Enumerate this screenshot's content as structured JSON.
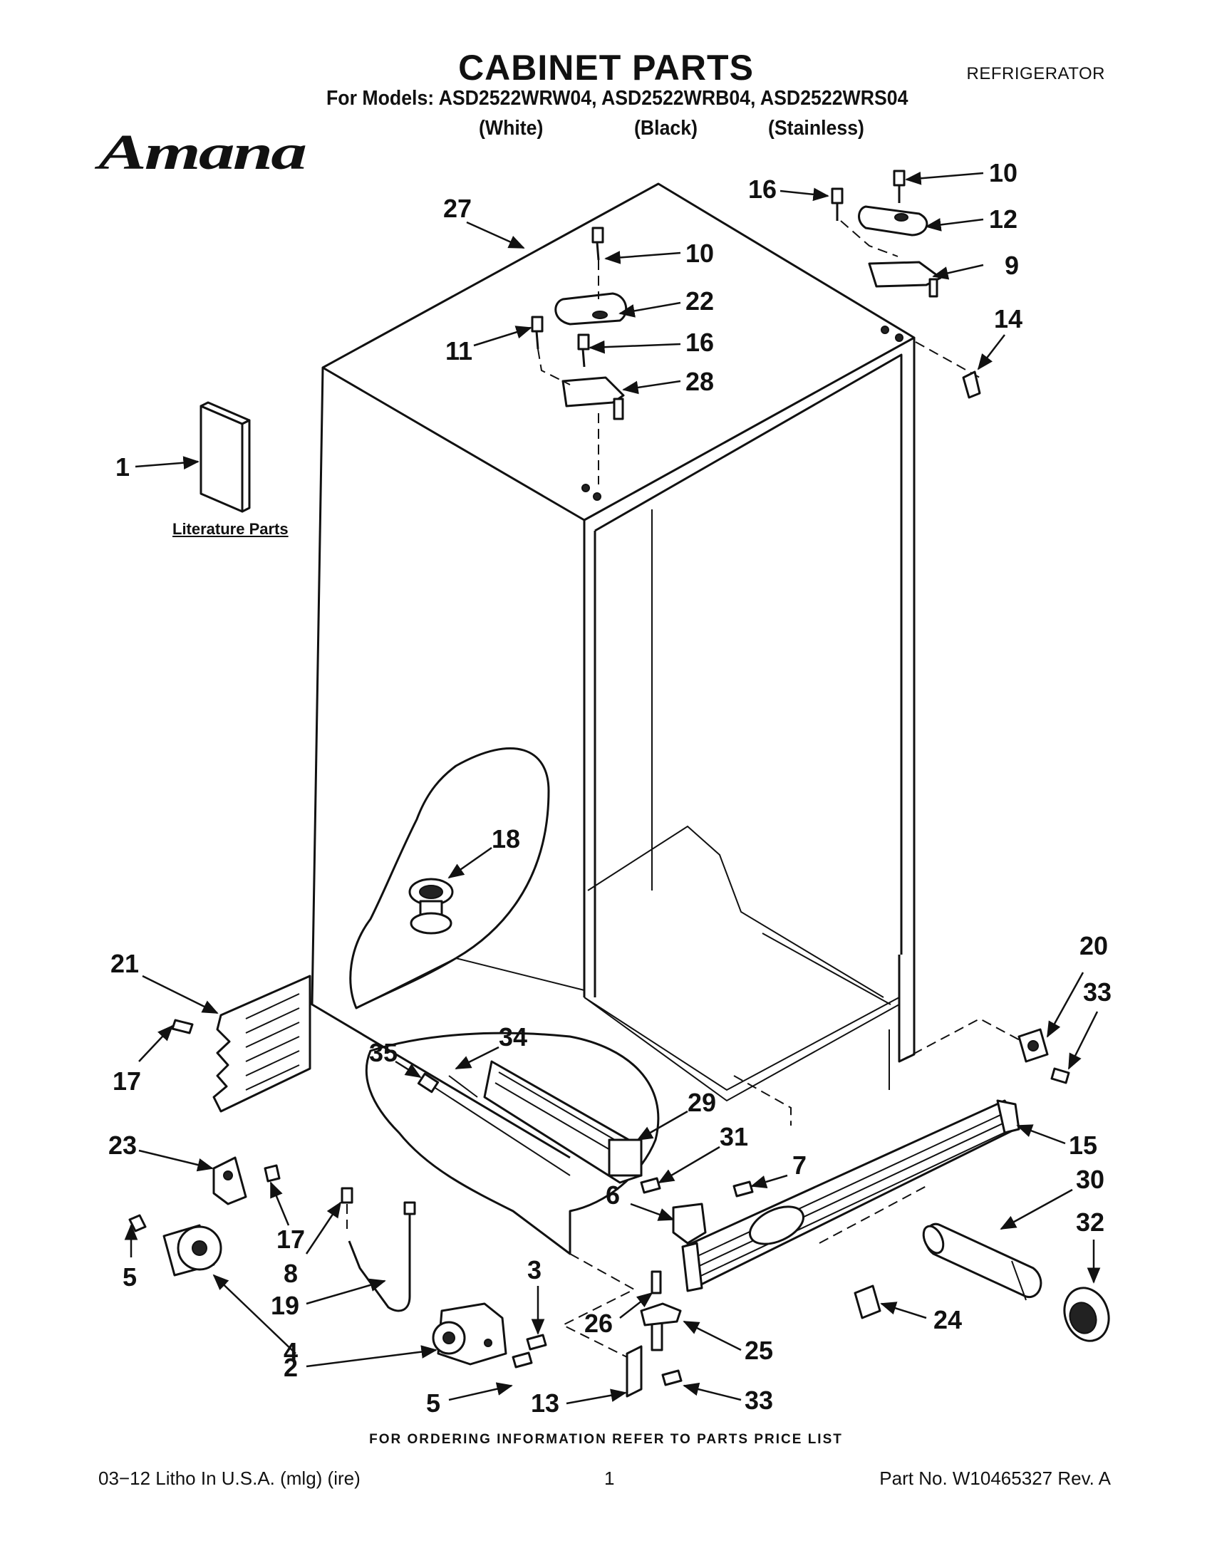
{
  "header": {
    "title": "CABINET PARTS",
    "category": "REFRIGERATOR",
    "models_line": "For Models: ASD2522WRW04, ASD2522WRB04, ASD2522WRS04",
    "finishes": [
      "(White)",
      "(Black)",
      "(Stainless)"
    ],
    "brand": "Amana"
  },
  "diagram": {
    "literature_label": "Literature Parts",
    "callouts": [
      {
        "id": "c27",
        "label": "27"
      },
      {
        "id": "c10a",
        "label": "10"
      },
      {
        "id": "c22",
        "label": "22"
      },
      {
        "id": "c11",
        "label": "11"
      },
      {
        "id": "c16a",
        "label": "16"
      },
      {
        "id": "c28",
        "label": "28"
      },
      {
        "id": "c16b",
        "label": "16"
      },
      {
        "id": "c10b",
        "label": "10"
      },
      {
        "id": "c12",
        "label": "12"
      },
      {
        "id": "c9",
        "label": "9"
      },
      {
        "id": "c14",
        "label": "14"
      },
      {
        "id": "c1",
        "label": "1"
      },
      {
        "id": "c18",
        "label": "18"
      },
      {
        "id": "c21",
        "label": "21"
      },
      {
        "id": "c17a",
        "label": "17"
      },
      {
        "id": "c34",
        "label": "34"
      },
      {
        "id": "c35",
        "label": "35"
      },
      {
        "id": "c29",
        "label": "29"
      },
      {
        "id": "c20",
        "label": "20"
      },
      {
        "id": "c33a",
        "label": "33"
      },
      {
        "id": "c15",
        "label": "15"
      },
      {
        "id": "c31",
        "label": "31"
      },
      {
        "id": "c7",
        "label": "7"
      },
      {
        "id": "c6",
        "label": "6"
      },
      {
        "id": "c30",
        "label": "30"
      },
      {
        "id": "c32",
        "label": "32"
      },
      {
        "id": "c23",
        "label": "23"
      },
      {
        "id": "c17b",
        "label": "17"
      },
      {
        "id": "c8",
        "label": "8"
      },
      {
        "id": "c5a",
        "label": "5"
      },
      {
        "id": "c19",
        "label": "19"
      },
      {
        "id": "c4",
        "label": "4"
      },
      {
        "id": "c3",
        "label": "3"
      },
      {
        "id": "c26",
        "label": "26"
      },
      {
        "id": "c24",
        "label": "24"
      },
      {
        "id": "c25",
        "label": "25"
      },
      {
        "id": "c2",
        "label": "2"
      },
      {
        "id": "c5b",
        "label": "5"
      },
      {
        "id": "c13",
        "label": "13"
      },
      {
        "id": "c33b",
        "label": "33"
      }
    ]
  },
  "footer": {
    "note": "FOR ORDERING INFORMATION REFER TO PARTS PRICE LIST",
    "left": "03−12  Litho In U.S.A. (mlg) (ire)",
    "page": "1",
    "right": "Part No. W10465327 Rev. A"
  }
}
